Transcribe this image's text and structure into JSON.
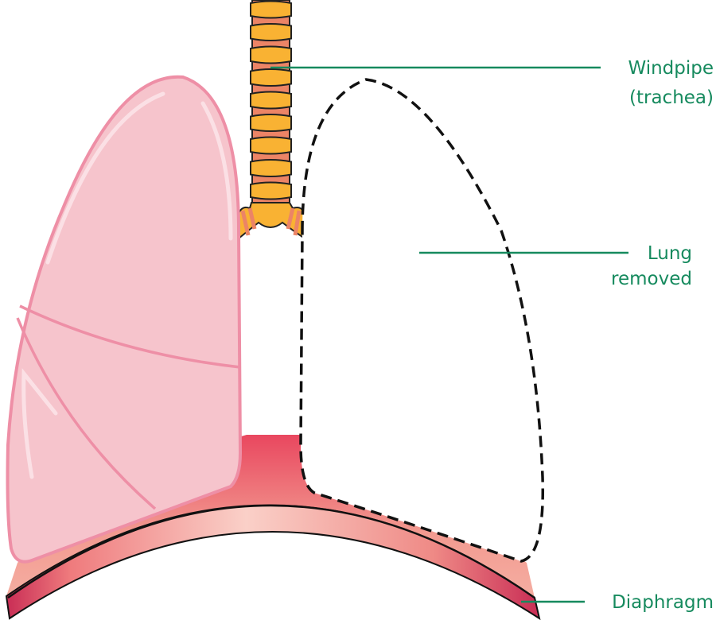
{
  "labels": {
    "windpipe": {
      "line1": "Windpipe",
      "line2": "(trachea)"
    },
    "lung": {
      "line1": "Lung",
      "line2": "removed"
    },
    "diaphragm": {
      "line1": "Diaphragm"
    }
  },
  "colors": {
    "label": "#168a5e",
    "lung_fill": "#f6c4cc",
    "lung_outline": "#ee8fa6",
    "trachea_ring": "#f9b233",
    "trachea_gap": "#ec8466",
    "diaphragm": "#ef8a86",
    "diaphragm_dark": "#d9365a"
  }
}
